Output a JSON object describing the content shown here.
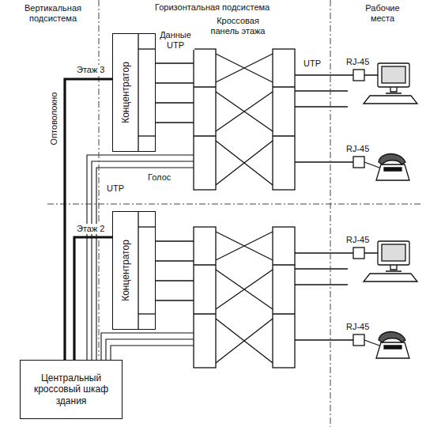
{
  "diagram": {
    "nodes": [
      {
        "text": [
          "Концентратор"
        ]
      },
      {
        "text": [
          "Концентратор"
        ]
      },
      {
        "text": [
          "Центральный кроссовый шкаф здания"
        ]
      }
    ],
    "edges": [
      {
        "from": 2,
        "to": 0,
        "arrow": "none"
      },
      {
        "from": 2,
        "to": 1,
        "arrow": "none"
      }
    ],
    "labels": [
      "Вертикальная подсистема",
      "Горизонтальная подсистема",
      "Рабочие места",
      "Данные UTP",
      "Кроссовая панель этажа",
      "UTP",
      "Этаж 3",
      "Оптоволокно",
      "RJ-45",
      "RJ-45",
      "Голос",
      "UTP",
      "Этаж 2",
      "RJ-45",
      "RJ-45"
    ]
  }
}
